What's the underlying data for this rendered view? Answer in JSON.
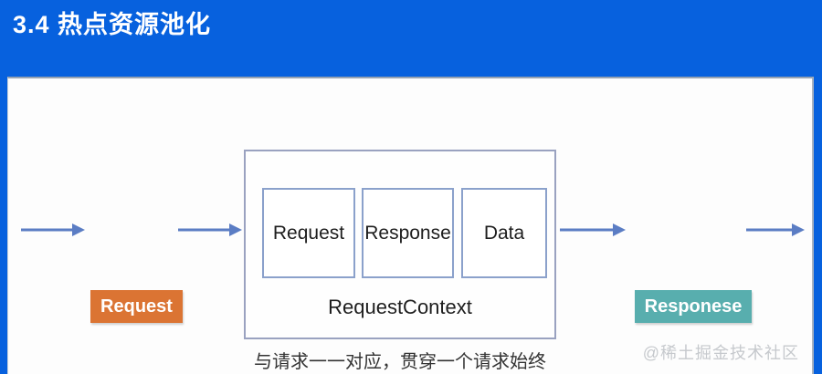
{
  "header": {
    "title": "3.4 热点资源池化"
  },
  "diagram": {
    "request_node": "Request",
    "response_node": "Responese",
    "context": {
      "label": "RequestContext",
      "items": [
        "Request",
        "Response",
        "Data"
      ]
    },
    "caption": "与请求一一对应，贯穿一个请求始终"
  },
  "watermark": "@稀土掘金技术社区",
  "colors": {
    "background": "#0761DE",
    "request_fill": "#DB7433",
    "response_fill": "#58AEAE",
    "arrow": "#5B7DC4"
  }
}
